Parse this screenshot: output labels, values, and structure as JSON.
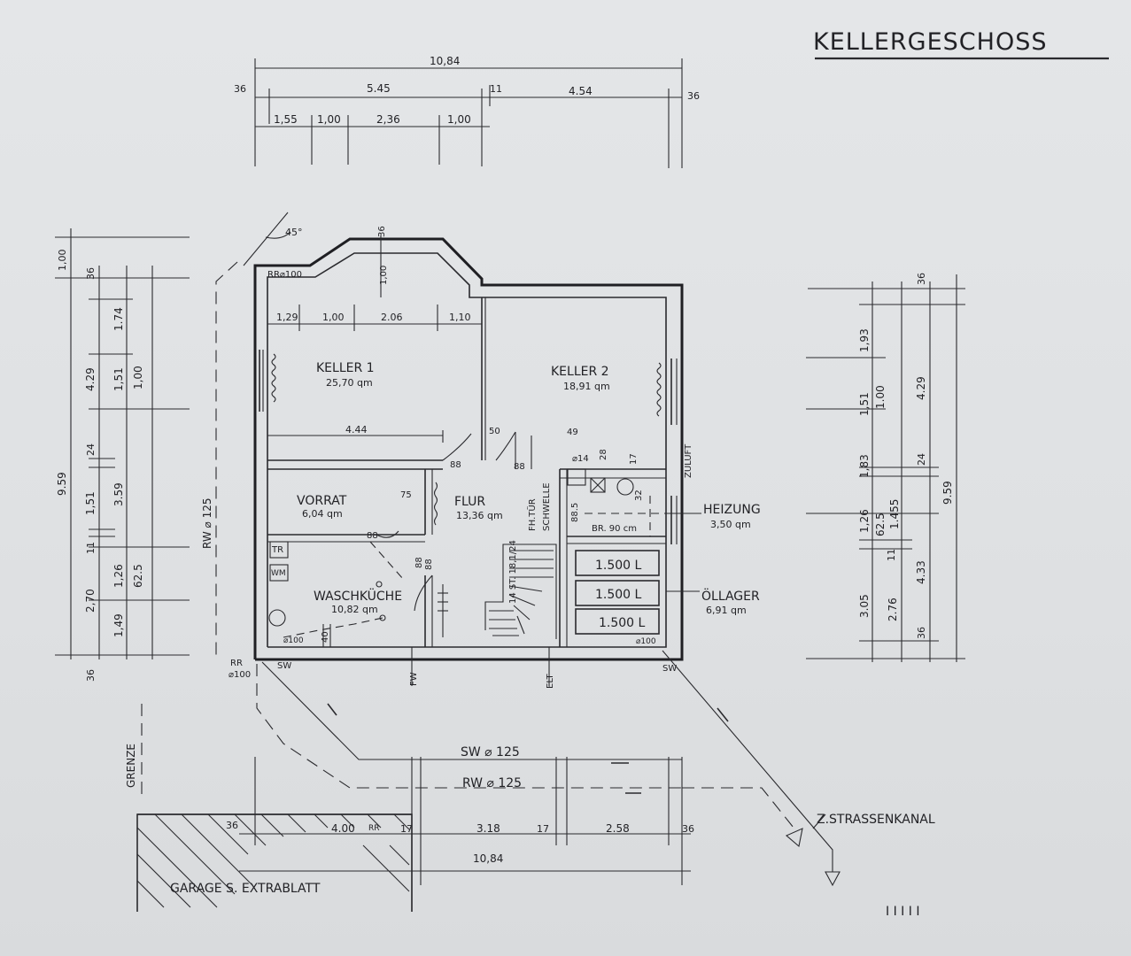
{
  "title": "KELLERGESCHOSS",
  "rooms": [
    {
      "name": "KELLER   1",
      "area": "25,70 qm"
    },
    {
      "name": "KELLER  2",
      "area": "18,91 qm"
    },
    {
      "name": "VORRAT",
      "area": "6,04 qm"
    },
    {
      "name": "FLUR",
      "area": "13,36 qm"
    },
    {
      "name": "WASCHKÜCHE",
      "area": "10,82 qm"
    },
    {
      "name": "HEIZUNG",
      "area": "3,50 qm"
    },
    {
      "name": "ÖLLAGER",
      "area": "6,91 qm"
    }
  ],
  "tanks": [
    "1.500  L",
    "1.500  L",
    "1.500  L"
  ],
  "top_dims": {
    "overall": "10,84",
    "mid": [
      "5.45",
      "4.54",
      "36",
      "11",
      "36"
    ],
    "low": [
      "1,55",
      "1,00",
      "2,36",
      "1,00"
    ]
  },
  "left_dims": {
    "outer": "9.59",
    "col2": [
      "4.29",
      "1,51",
      "2,70",
      "36",
      "11"
    ],
    "col3": [
      "1.74",
      "1,51",
      "3.59",
      "1,26",
      "1,49",
      "24"
    ],
    "col4": [
      "1,00",
      "62.5"
    ],
    "top": [
      "1,00",
      "36"
    ]
  },
  "right_dims": {
    "col1": [
      "1,93",
      "1,51",
      "1,83",
      "1,26",
      "3.05",
      "11"
    ],
    "col2": [
      "1.00",
      "62.5",
      "2.76"
    ],
    "col3": [
      "4.29",
      "24",
      "1.455",
      "4.33",
      "36"
    ],
    "outer": "9.59",
    "top": "36"
  },
  "bottom_dims": {
    "overall": "10,84",
    "parts": [
      "36",
      "4.00",
      "17",
      "3.18",
      "17",
      "2.58",
      "36"
    ]
  },
  "labels": {
    "angle": "45°",
    "rr_top": "RR⌀100",
    "rw_side": "RW ⌀ 125",
    "rr_bottom": "RR",
    "rr_bottom_dia": "⌀100",
    "sw_left": "SW",
    "sw_right": "SW",
    "sw_pipe": "SW ⌀ 125",
    "rw_pipe": "RW ⌀ 125",
    "grenze": "GRENZE",
    "garage": "GARAGE  S. EXTRABLATT",
    "kanal": "Z.STRASSENKANAL",
    "zuluft": "ZULUFT",
    "fw": "FW",
    "elt": "ELT",
    "stair": "14 ST. 18,1/24",
    "fh_tur": "FH.TÜR",
    "schwelle": "SCHWELLE",
    "br": "BR. 90 cm",
    "tr": "TR",
    "wm": "WM",
    "phi14": "⌀14",
    "phi100_a": "⌀100",
    "phi100_b": "⌀100",
    "rr_bottom_label": "RR",
    "kr": "RR"
  },
  "inner_dims": {
    "k1_top": [
      "1,29",
      "1,00",
      "2.06",
      "1,10"
    ],
    "k1_width": "4.44",
    "d88a": "88",
    "d88b": "88",
    "d50": "50",
    "d49": "49",
    "d28": "28",
    "d17": "17",
    "d32": "32",
    "d88c": "88",
    "d75": "75",
    "d88d": "88",
    "d88e": "88",
    "d88f": "88.5",
    "d40": "40"
  },
  "corner_mark": "I I I I I"
}
